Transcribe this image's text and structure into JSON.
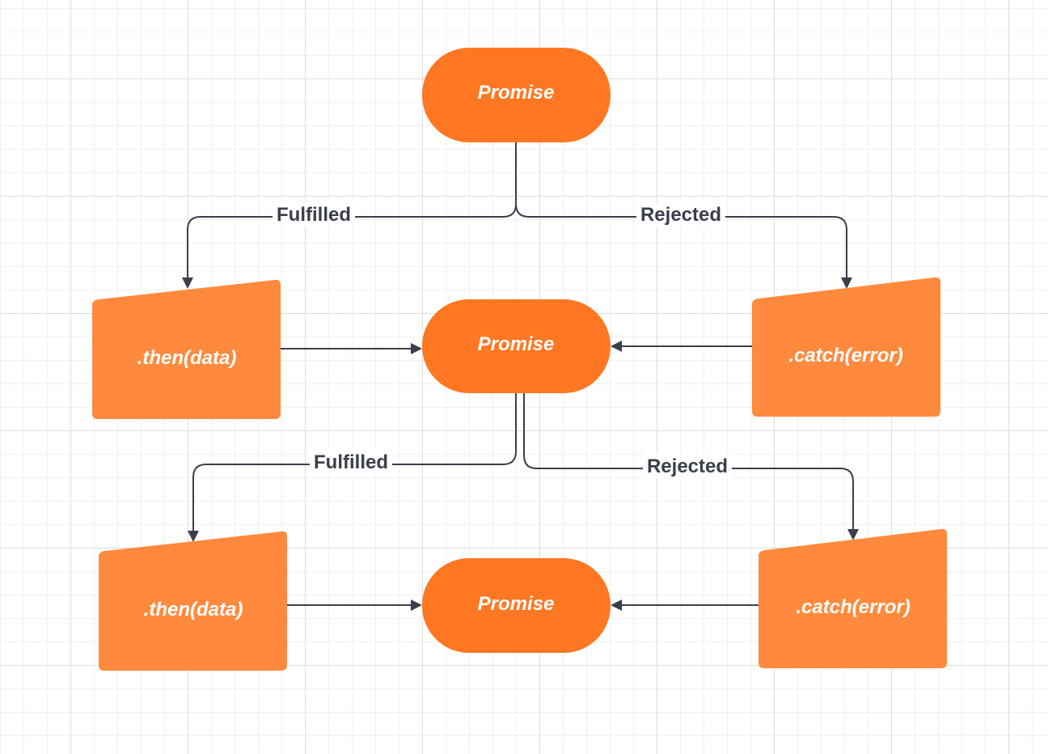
{
  "colors": {
    "promise_fill": "#ff7722",
    "handler_fill": "#ff8a3d",
    "edge": "#3a3f4b",
    "node_text": "#ffffff"
  },
  "nodes": {
    "promise_1": "Promise",
    "then_1": ".then(data)",
    "promise_2": "Promise",
    "catch_1": ".catch(error)",
    "then_2": ".then(data)",
    "promise_3": "Promise",
    "catch_2": ".catch(error)"
  },
  "edges": {
    "fulfilled_1": "Fulfilled",
    "rejected_1": "Rejected",
    "fulfilled_2": "Fulfilled",
    "rejected_2": "Rejected"
  }
}
